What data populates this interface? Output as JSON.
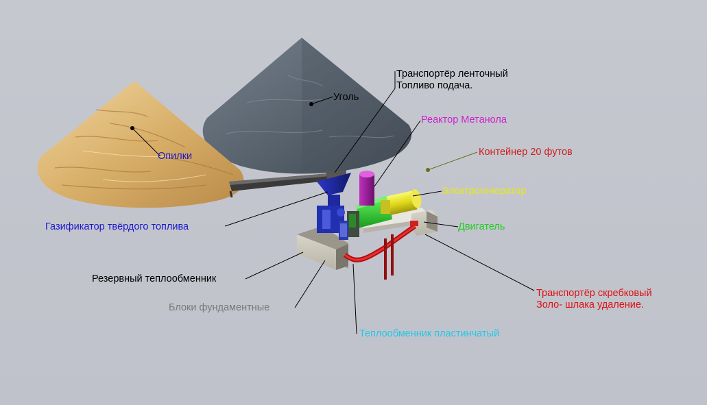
{
  "labels": {
    "conveyor_belt_line1": "Транспортёр ленточный",
    "conveyor_belt_line2": "Топливо подача.",
    "coal": "Уголь",
    "sawdust": "Опилки",
    "methanol_reactor": "Реактор Метанола",
    "container": "Контейнер 20 футов",
    "generator": "Электрогенератор",
    "engine": "Двигатель",
    "gasifier": "Газификатор твёрдого топлива",
    "reserve_heat_exchanger": "Резервный теплообменник",
    "foundation_blocks": "Блоки фундаментные",
    "plate_heat_exchanger": "Теплообменник пластинчатый",
    "scraper_line1": "Транспортёр скребковый",
    "scraper_line2": "Золо- шлака удаление."
  },
  "colors": {
    "background": "#c4c6ce",
    "conveyor_belt": "#000000",
    "coal": "#000000",
    "sawdust": "#1a1acc",
    "methanol_reactor": "#cc22cc",
    "container": "#cc2222",
    "generator": "#e8e81a",
    "engine": "#22cc22",
    "gasifier": "#1a1acc",
    "reserve_heat_exchanger": "#000000",
    "foundation_blocks": "#7a7a7a",
    "plate_heat_exchanger": "#22c8e6",
    "scraper": "#dd1111"
  }
}
